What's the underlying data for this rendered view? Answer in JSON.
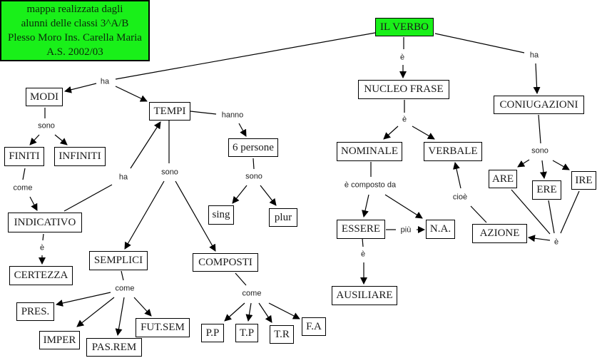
{
  "title_box": {
    "lines": [
      "mappa realizzata dagli",
      "alunni delle classi 3^A/B",
      "Plesso Moro Ins. Carella Maria",
      "A.S. 2002/03"
    ],
    "color": "#19f019"
  },
  "nodes": {
    "il_verbo": "IL VERBO",
    "modi": "MODI",
    "tempi": "TEMPI",
    "finiti": "FINITI",
    "infiniti": "INFINITI",
    "indicativo": "INDICATIVO",
    "certezza": "CERTEZZA",
    "semplici": "SEMPLICI",
    "composti": "COMPOSTI",
    "sei_persone": "6 persone",
    "sing": "sing",
    "plur": "plur",
    "pres": "PRES.",
    "imper": "IMPER",
    "pas_rem": "PAS.REM",
    "fut_sem": "FUT.SEM",
    "pp": "P.P",
    "tp": "T.P",
    "tr": "T.R",
    "fa": "F.A",
    "nucleo_frase": "NUCLEO FRASE",
    "nominale": "NOMINALE",
    "verbale": "VERBALE",
    "essere": "ESSERE",
    "na": "N.A.",
    "ausiliare": "AUSILIARE",
    "coniugazioni": "CONIUGAZIONI",
    "are": "ARE",
    "ere": "ERE",
    "ire": "IRE",
    "azione": "AZIONE"
  },
  "links": {
    "verbo_ha_left": "ha",
    "verbo_e": "è",
    "verbo_ha_right": "ha",
    "modi_sono": "sono",
    "finiti_come": "come",
    "indicativo_ha": "ha",
    "indicativo_e": "è",
    "tempi_sono": "sono",
    "tempi_hanno": "hanno",
    "persone_sono": "sono",
    "semplici_come": "come",
    "composti_come": "come",
    "nucleo_e": "è",
    "nominale_composto": "è composto da",
    "essere_piu": "più",
    "essere_e": "è",
    "azione_cioe": "cioè",
    "coniugazioni_sono": "sono",
    "coniug_e": "è"
  }
}
